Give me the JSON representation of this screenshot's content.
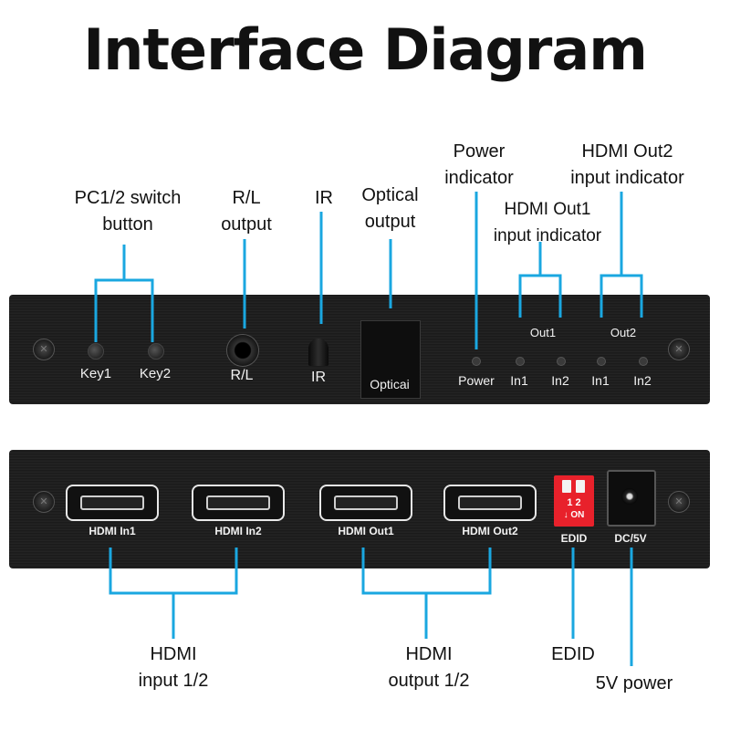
{
  "title": "Interface Diagram",
  "callouts": {
    "pc_switch": "PC1/2 switch\nbutton",
    "rl_output": "R/L\noutput",
    "ir": "IR",
    "optical_output": "Optical\noutput",
    "power_indicator": "Power\nindicator",
    "hdmi_out1_indicator": "HDMI Out1\ninput indicator",
    "hdmi_out2_indicator": "HDMI Out2\ninput indicator",
    "hdmi_input": "HDMI\ninput 1/2",
    "hdmi_output": "HDMI\noutput 1/2",
    "edid": "EDID",
    "power_5v": "5V power"
  },
  "front_panel": {
    "key1": "Key1",
    "key2": "Key2",
    "rl": "R/L",
    "ir": "IR",
    "optical": "Opticai",
    "power": "Power",
    "out1": "Out1",
    "out2": "Out2",
    "out1_in1": "In1",
    "out1_in2": "In2",
    "out2_in1": "In1",
    "out2_in2": "In2"
  },
  "rear_panel": {
    "hdmi_in1": "HDMI In1",
    "hdmi_in2": "HDMI In2",
    "hdmi_out1": "HDMI Out1",
    "hdmi_out2": "HDMI Out2",
    "dip_numbers": "1 2",
    "dip_on": "↓ ON",
    "edid": "EDID",
    "dc": "DC/5V"
  },
  "colors": {
    "leader_line": "#1aa7e0",
    "panel": "#1f1f1f",
    "dip_switch": "#e8212b"
  }
}
